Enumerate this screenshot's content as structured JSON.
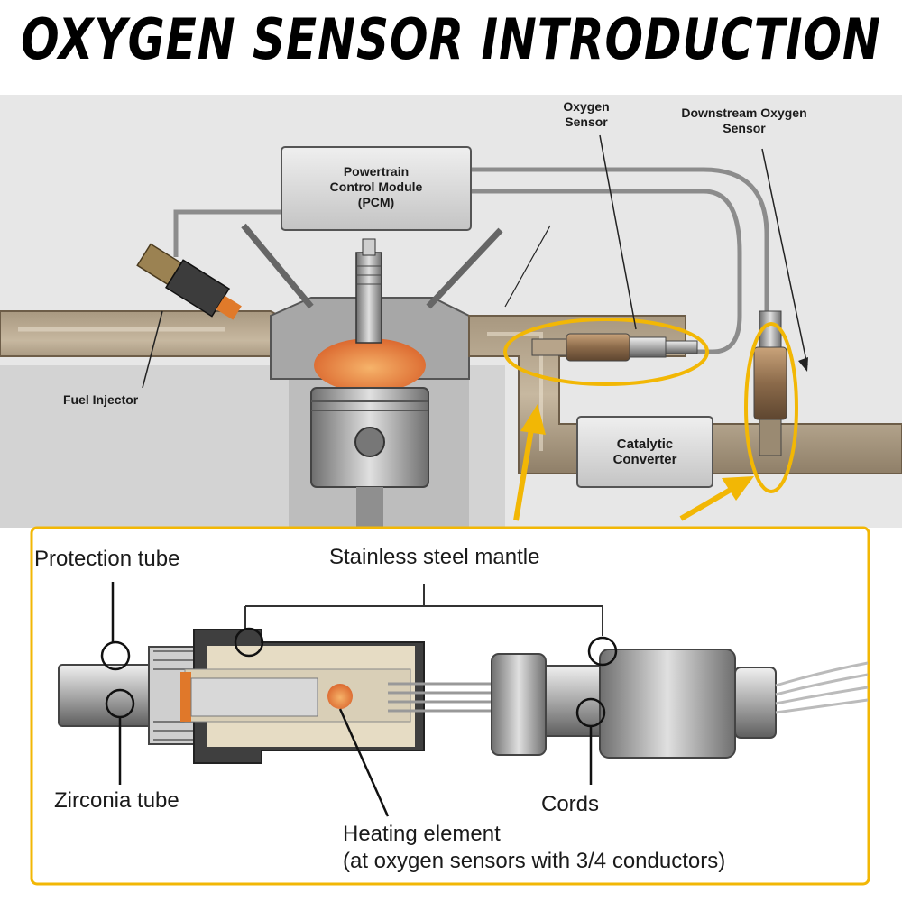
{
  "title": "OXYGEN SENSOR INTRODUCTION",
  "engine_diagram": {
    "pcm_line1": "Powertrain",
    "pcm_line2": "Control Module",
    "pcm_line3": "(PCM)",
    "oxygen_sensor_line1": "Oxygen",
    "oxygen_sensor_line2": "Sensor",
    "downstream_line1": "Downstream Oxygen",
    "downstream_line2": "Sensor",
    "fuel_injector": "Fuel Injector",
    "catalytic_line1": "Catalytic",
    "catalytic_line2": "Converter"
  },
  "sensor_cutaway": {
    "protection_tube": "Protection tube",
    "stainless_mantle": "Stainless steel mantle",
    "zirconia_tube": "Zirconia tube",
    "cords": "Cords",
    "heating_line1": "Heating element",
    "heating_line2": "(at oxygen sensors with 3/4 conductors)"
  },
  "colors": {
    "highlight": "#f2b705",
    "heat": "#e8742a",
    "pcm_box": "#d9d9d9"
  }
}
